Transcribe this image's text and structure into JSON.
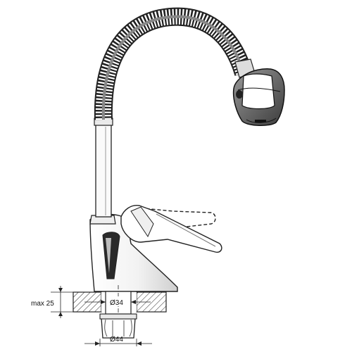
{
  "dimensions": {
    "max_thickness": "max 25",
    "hole_diameter": "Ø34",
    "base_diameter": "Ø44"
  }
}
